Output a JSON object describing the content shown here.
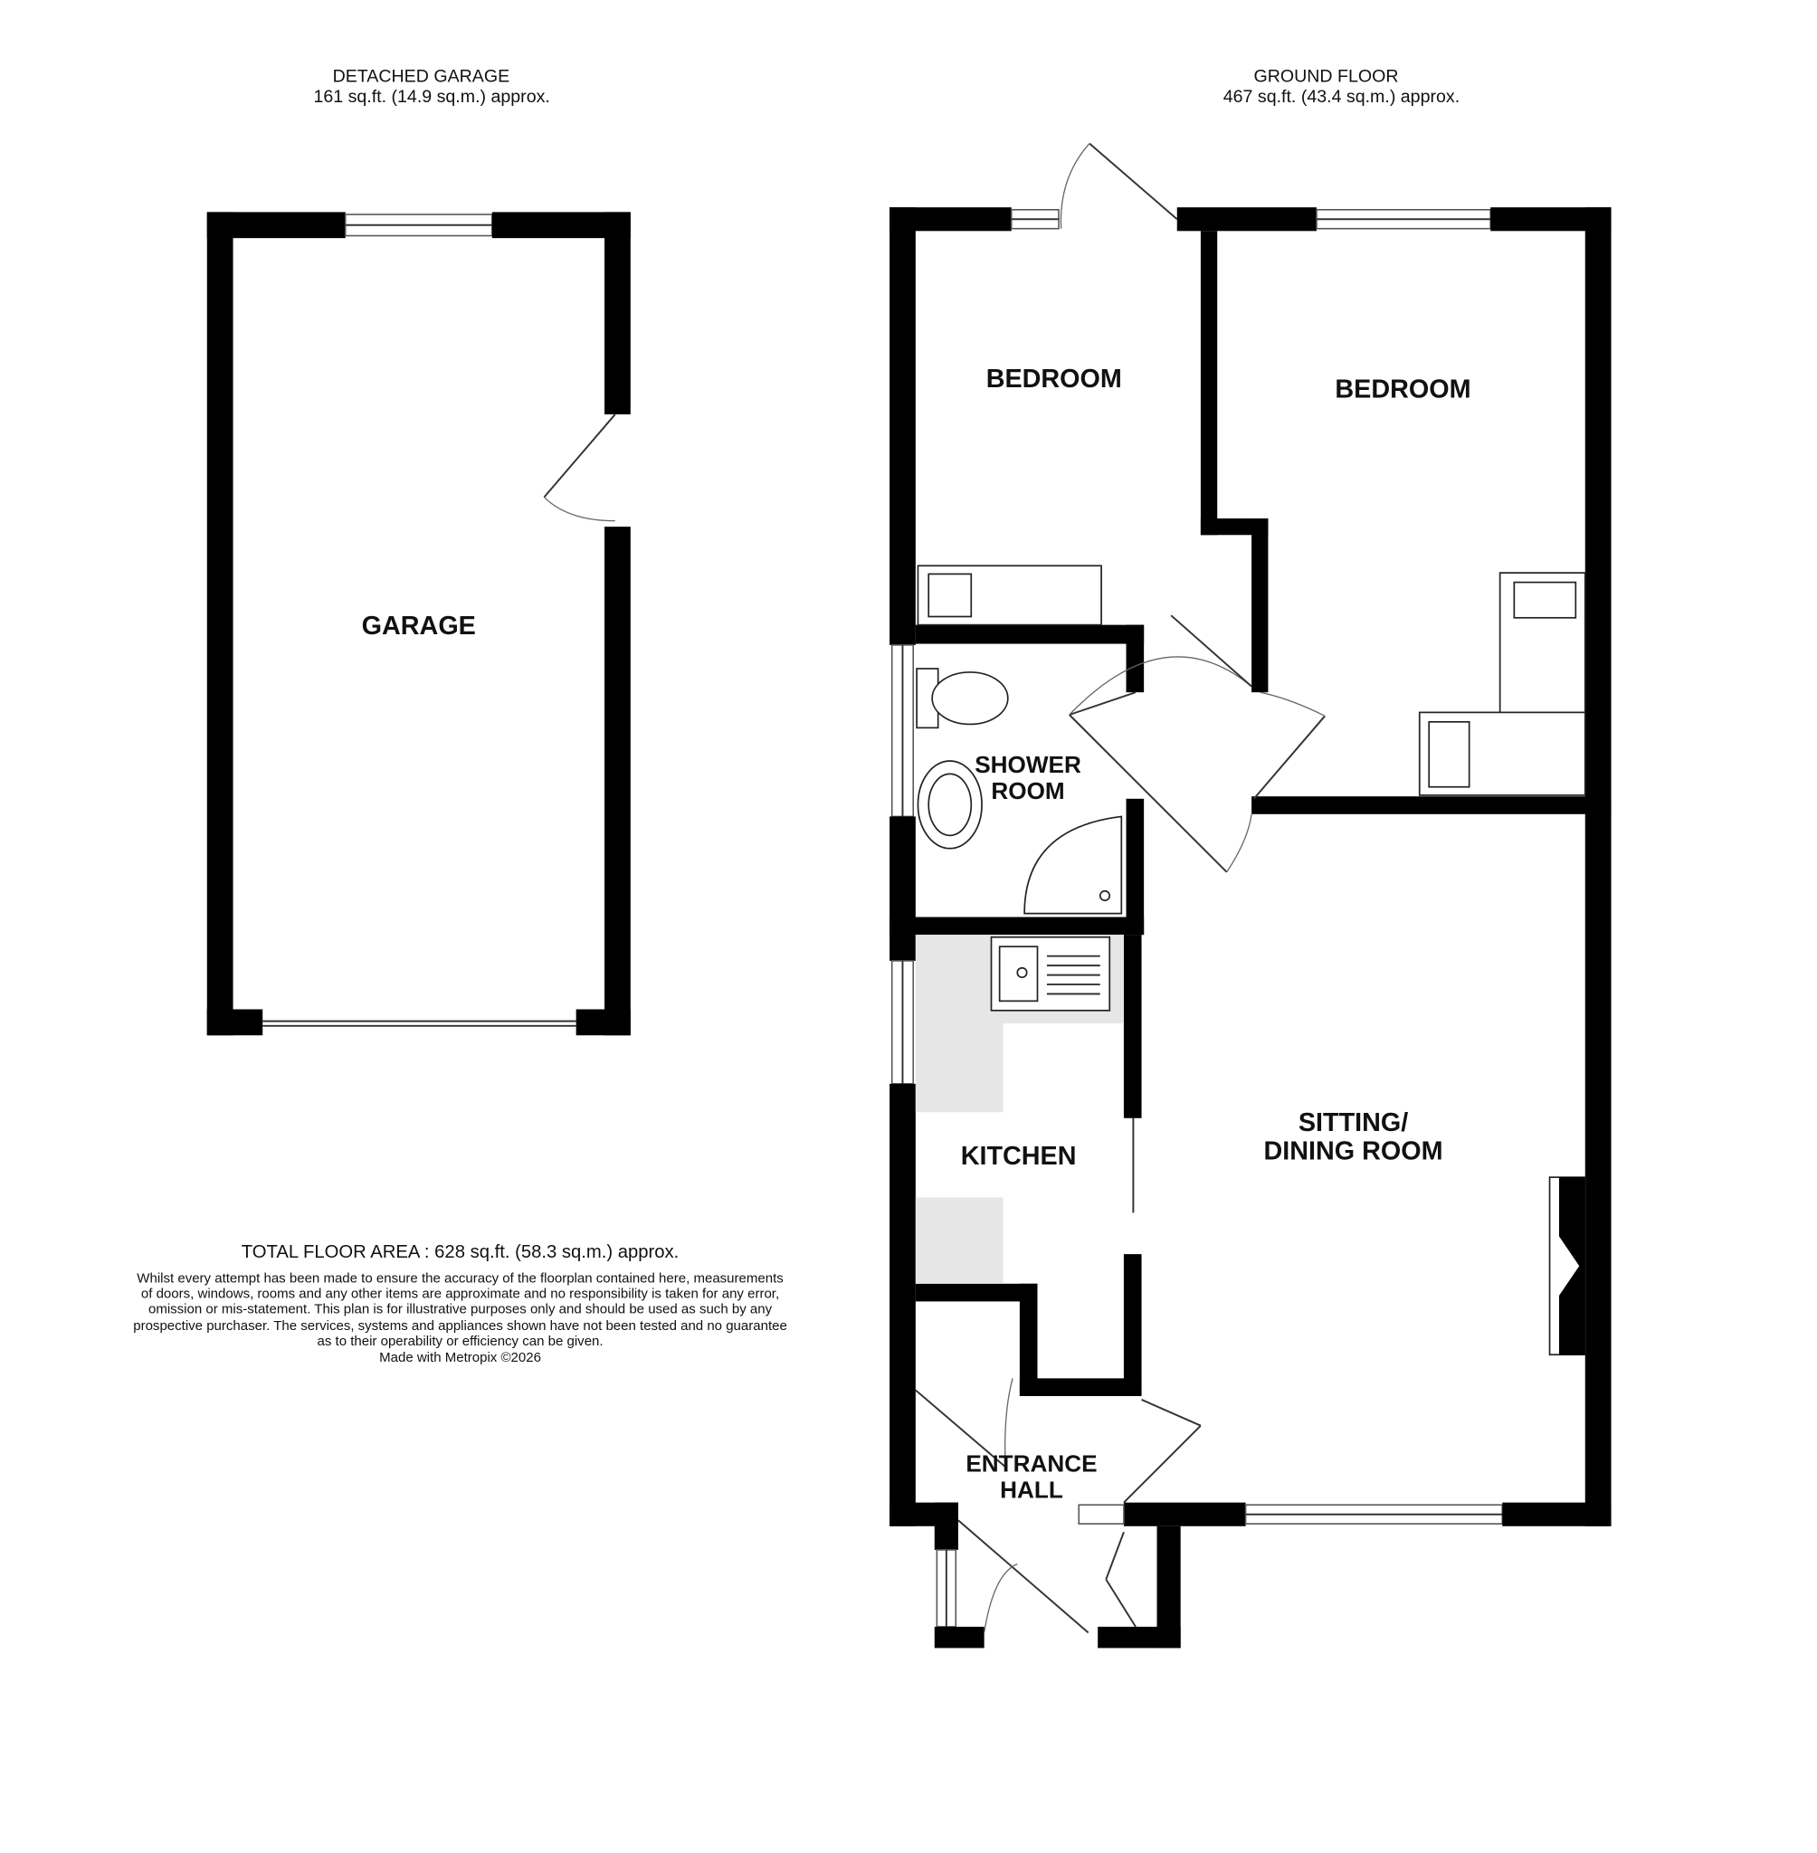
{
  "garage_header": {
    "title": "DETACHED GARAGE",
    "area": "161 sq.ft. (14.9 sq.m.) approx."
  },
  "ground_header": {
    "title": "GROUND FLOOR",
    "area": "467 sq.ft. (43.4 sq.m.) approx."
  },
  "rooms": {
    "garage": "GARAGE",
    "bedroom1": "BEDROOM",
    "bedroom2": "BEDROOM",
    "shower_line1": "SHOWER",
    "shower_line2": "ROOM",
    "kitchen": "KITCHEN",
    "sitting_line1": "SITTING/",
    "sitting_line2": "DINING ROOM",
    "hall_line1": "ENTRANCE",
    "hall_line2": "HALL"
  },
  "footer": {
    "total": "TOTAL FLOOR AREA : 628 sq.ft. (58.3 sq.m.) approx.",
    "disclaimer": [
      "Whilst every attempt has been made to ensure the accuracy of the floorplan contained here, measurements",
      "of doors, windows, rooms and any other items are approximate and no responsibility is taken for any error,",
      "omission or mis-statement. This plan is for illustrative purposes only and should be used as such by any",
      "prospective purchaser. The services, systems and appliances shown have not been tested and no guarantee",
      "as to their operability or efficiency can be given."
    ],
    "credit": "Made with Metropix ©2026"
  },
  "colors": {
    "wall": "#000000",
    "counter": "#e6e6e6",
    "background": "#ffffff"
  }
}
